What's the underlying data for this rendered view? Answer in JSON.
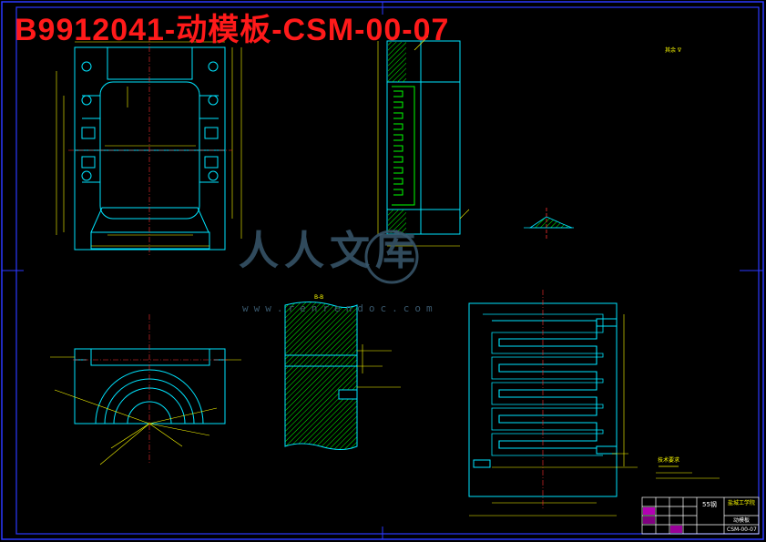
{
  "drawing": {
    "title": "B9912041-动模板-CSM-00-07",
    "watermark": {
      "text": "人人文库",
      "url": "www.renrendoc.com"
    },
    "notes_title": "技术要求",
    "title_block": {
      "scale": "55钢",
      "school": "盐城工学院",
      "part_name": "动模板",
      "drawing_no": "CSM-00-07"
    }
  },
  "colors": {
    "background": "#000000",
    "line": "#00e5ff",
    "dim": "#ffff00",
    "hatch": "#00ff00",
    "title": "#ff1a1a",
    "border": "#2b39ff",
    "watermark": "#39586d"
  }
}
